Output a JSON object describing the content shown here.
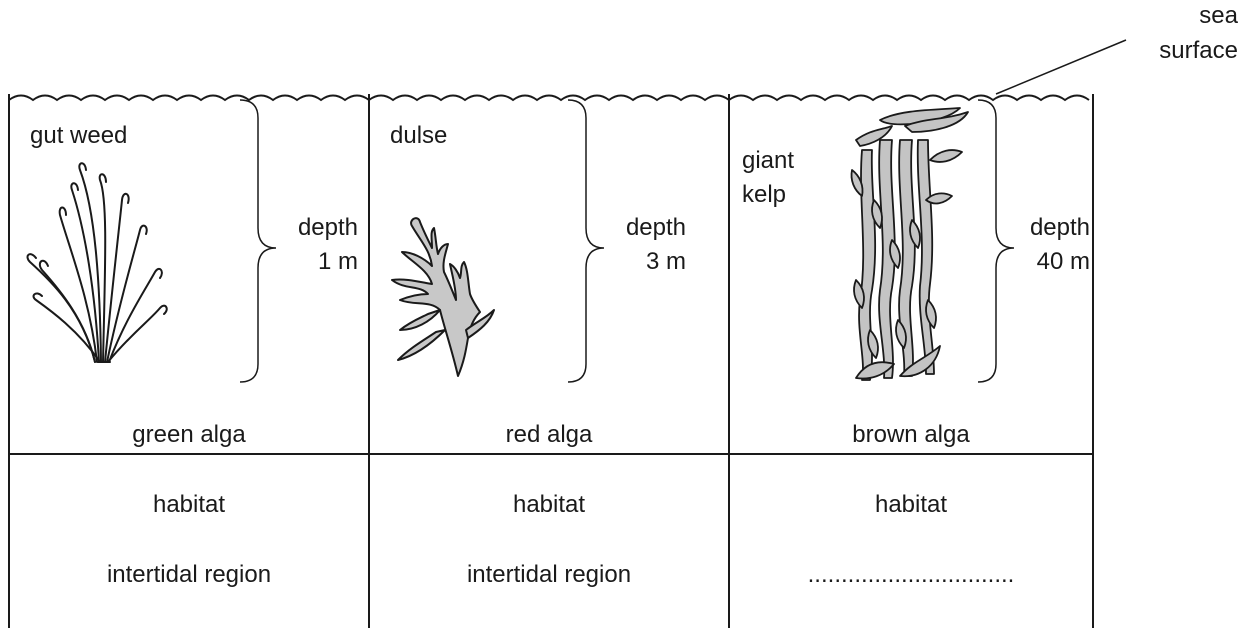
{
  "sea_surface_label": {
    "line1": "sea",
    "line2": "surface"
  },
  "columns": [
    {
      "name": "gut weed",
      "depth_word": "depth",
      "depth_value": "1 m",
      "alga_type": "green alga",
      "habitat_label": "habitat",
      "habitat_value": "intertidal region",
      "icon": "green-alga-gut-weed-drawing"
    },
    {
      "name": "dulse",
      "depth_word": "depth",
      "depth_value": "3 m",
      "alga_type": "red alga",
      "habitat_label": "habitat",
      "habitat_value": "intertidal region",
      "icon": "red-alga-dulse-drawing"
    },
    {
      "name_line1": "giant",
      "name_line2": "kelp",
      "depth_word": "depth",
      "depth_value": "40 m",
      "alga_type": "brown alga",
      "habitat_label": "habitat",
      "habitat_value": "...............................",
      "icon": "brown-alga-giant-kelp-drawing"
    }
  ],
  "colors": {
    "line": "#1a1a1a",
    "dulse_fill": "#c8c8c8",
    "kelp_fill": "#c4c4c4"
  }
}
